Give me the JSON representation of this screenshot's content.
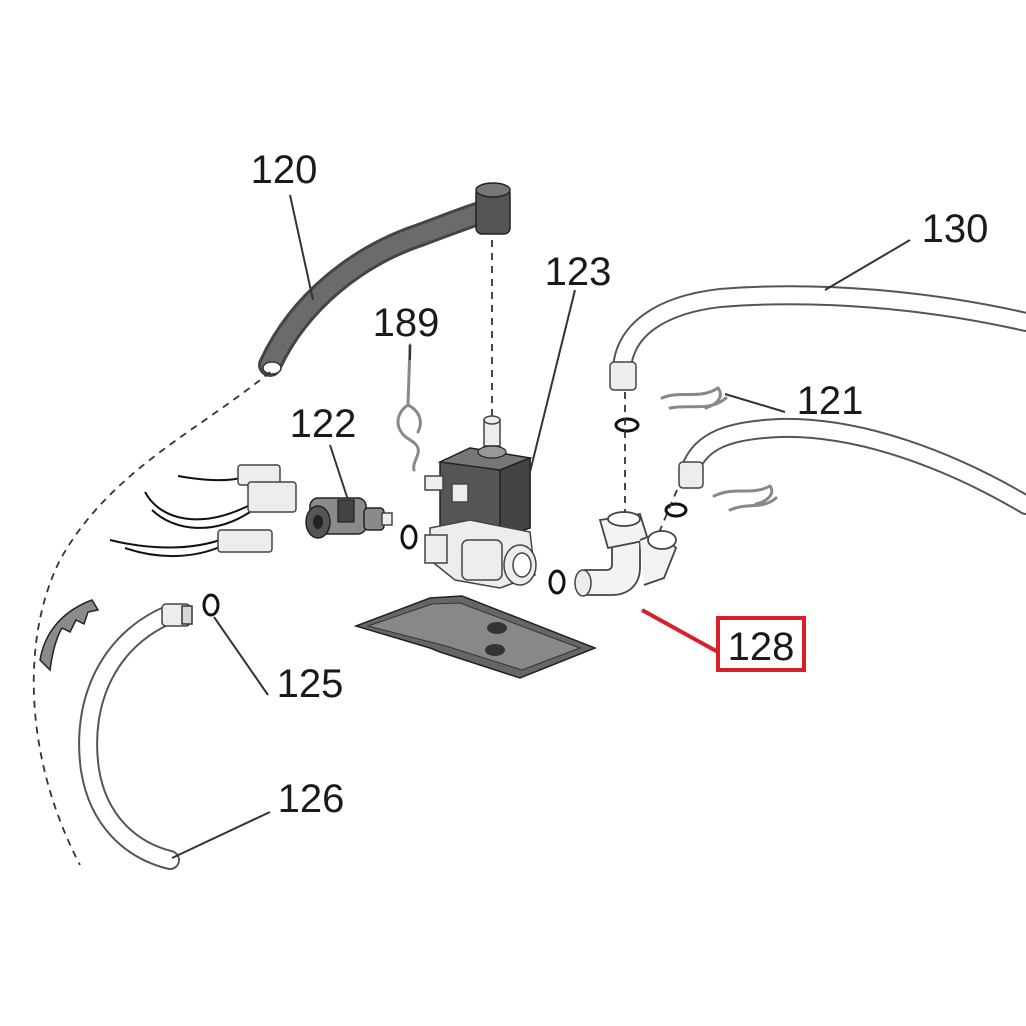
{
  "callouts": {
    "c120": "120",
    "c189": "189",
    "c123": "123",
    "c122": "122",
    "c130": "130",
    "c121": "121",
    "c125": "125",
    "c128": "128",
    "c126": "126"
  },
  "highlight": {
    "part": "128",
    "color": "#d9202a"
  }
}
